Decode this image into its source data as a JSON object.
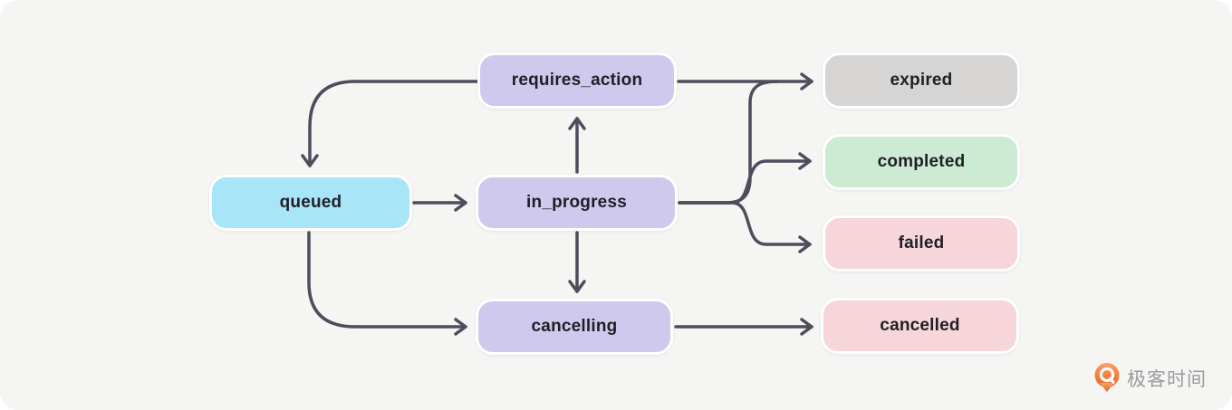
{
  "canvas": {
    "background": "#f5f5f3",
    "line_color": "#4d4d5c"
  },
  "nodes": {
    "queued": {
      "label": "queued",
      "color": "#a7e5f7"
    },
    "requires_action": {
      "label": "requires_action",
      "color": "#cfc9ed"
    },
    "in_progress": {
      "label": "in_progress",
      "color": "#cfc9ed"
    },
    "cancelling": {
      "label": "cancelling",
      "color": "#cfc9ed"
    },
    "expired": {
      "label": "expired",
      "color": "#d6d5d4"
    },
    "completed": {
      "label": "completed",
      "color": "#cdebd2"
    },
    "failed": {
      "label": "failed",
      "color": "#f6d6da"
    },
    "cancelled": {
      "label": "cancelled",
      "color": "#f6d6da"
    }
  },
  "edges": [
    {
      "from": "requires_action",
      "to": "queued"
    },
    {
      "from": "queued",
      "to": "in_progress"
    },
    {
      "from": "in_progress",
      "to": "requires_action"
    },
    {
      "from": "in_progress",
      "to": "cancelling"
    },
    {
      "from": "queued",
      "to": "cancelling"
    },
    {
      "from": "requires_action",
      "to": "expired"
    },
    {
      "from": "in_progress",
      "to": "expired"
    },
    {
      "from": "in_progress",
      "to": "completed"
    },
    {
      "from": "in_progress",
      "to": "failed"
    },
    {
      "from": "cancelling",
      "to": "cancelled"
    }
  ],
  "watermark": {
    "text": "极客时间",
    "icon": "geektime-logo",
    "text_color": "#9b9b9b",
    "brand_color": "#ed6a2f"
  }
}
